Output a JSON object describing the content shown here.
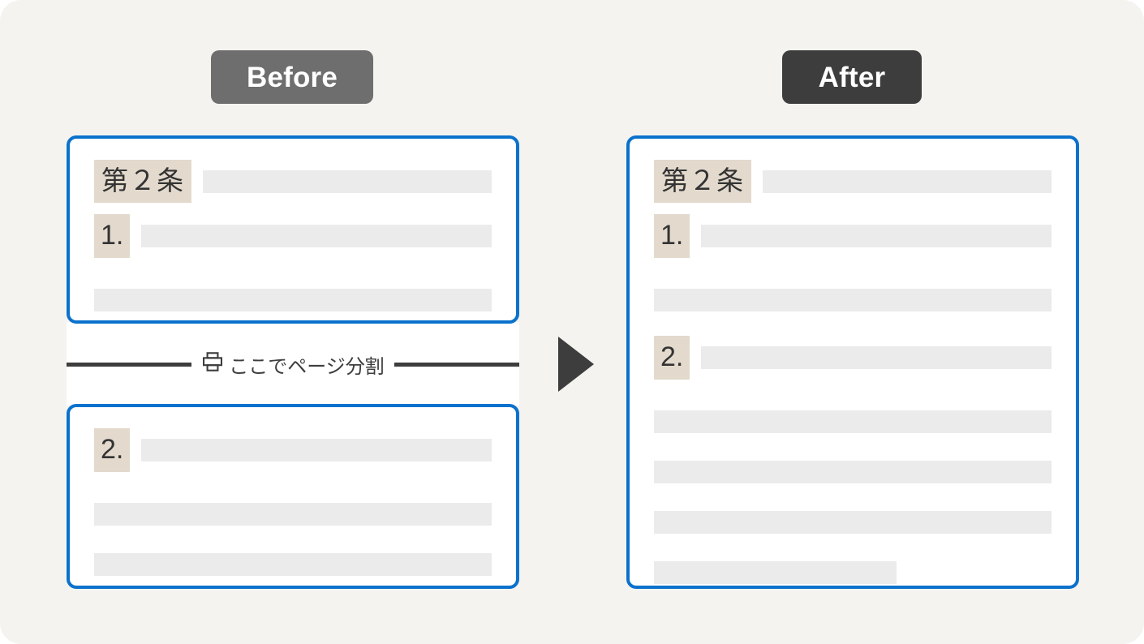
{
  "page": {
    "background_color": "#f5f3ef",
    "accent_color": "#0a72cc",
    "highlight_color": "#e3dacd",
    "bar_color": "#ebebeb",
    "ink_color": "#3d3d3d"
  },
  "badges": {
    "before": "Before",
    "after": "After"
  },
  "split_divider": {
    "label": "ここでページ分割",
    "icon": "printer-icon"
  },
  "arrow": {
    "icon": "triangle-right-icon",
    "color": "#3d3d3d"
  },
  "before_panel": {
    "page_one": {
      "heading_marker": "第２条",
      "items": [
        {
          "marker": "1."
        }
      ]
    },
    "page_two": {
      "items": [
        {
          "marker": "2."
        }
      ]
    }
  },
  "after_panel": {
    "heading_marker": "第２条",
    "items": [
      {
        "marker": "1."
      },
      {
        "marker": "2."
      }
    ]
  }
}
